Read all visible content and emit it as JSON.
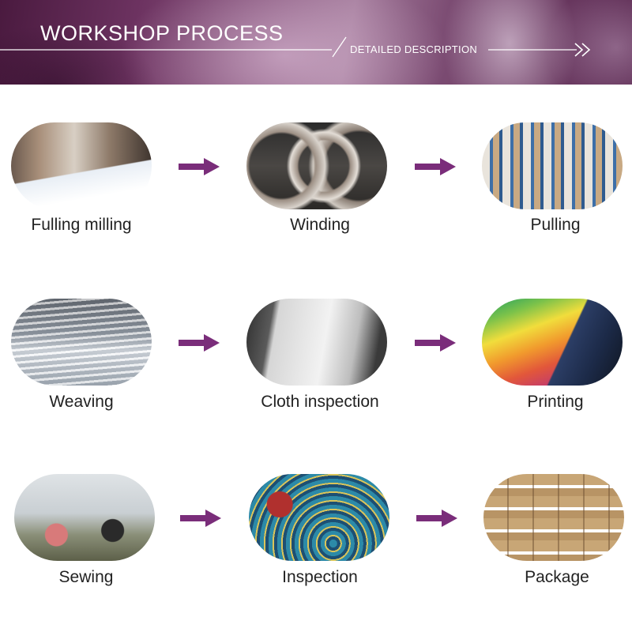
{
  "header": {
    "title": "WORKSHOP PROCESS",
    "subtitle": "DETAILED DESCRIPTION"
  },
  "colors": {
    "arrow": "#7a2d7a",
    "banner": "#6d3361",
    "text": "#222222"
  },
  "steps": [
    {
      "label": "Fulling milling",
      "photo": "fulling-milling-photo"
    },
    {
      "label": "Winding",
      "photo": "winding-photo"
    },
    {
      "label": "Pulling",
      "photo": "pulling-photo"
    },
    {
      "label": "Weaving",
      "photo": "weaving-photo"
    },
    {
      "label": "Cloth inspection",
      "photo": "cloth-inspection-photo"
    },
    {
      "label": "Printing",
      "photo": "printing-photo"
    },
    {
      "label": "Sewing",
      "photo": "sewing-photo"
    },
    {
      "label": "Inspection",
      "photo": "inspection-photo"
    },
    {
      "label": "Package",
      "photo": "package-photo"
    }
  ],
  "icons": {
    "arrow": "arrow-right-icon",
    "header_arrow": "double-chevron-right-icon"
  }
}
